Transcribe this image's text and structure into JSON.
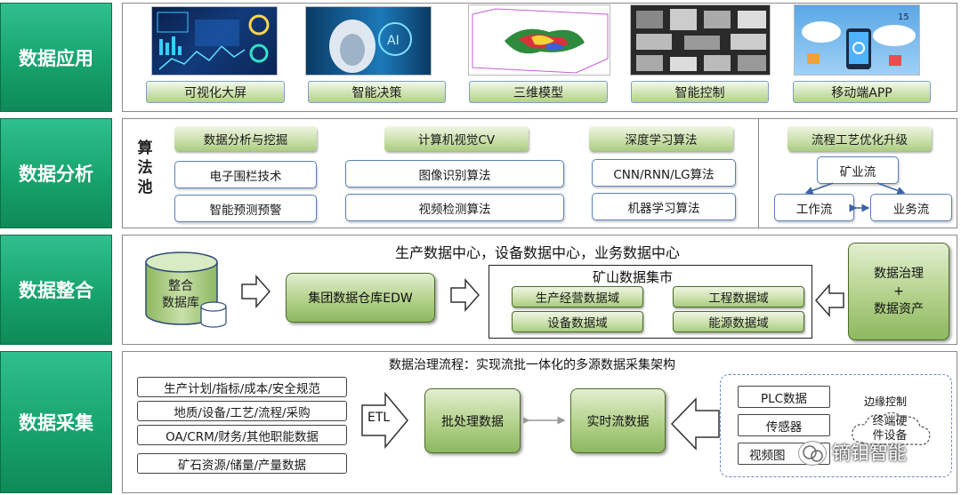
{
  "layers": {
    "application": "数据应用",
    "analysis": "数据分析",
    "integration": "数据整合",
    "collection": "数据采集"
  },
  "application": {
    "items": [
      {
        "label": "可视化大屏",
        "icon": "dashboard-thumbnail"
      },
      {
        "label": "智能决策",
        "icon": "ai-robot-thumbnail"
      },
      {
        "label": "三维模型",
        "icon": "3d-model-thumbnail"
      },
      {
        "label": "智能控制",
        "icon": "control-devices-thumbnail"
      },
      {
        "label": "移动端APP",
        "icon": "mobile-app-thumbnail"
      }
    ]
  },
  "analysis": {
    "pool_title": "算法池",
    "groups": [
      {
        "header": "数据分析与挖掘",
        "items": [
          "电子围栏技术",
          "智能预测预警"
        ]
      },
      {
        "header": "计算机视觉CV",
        "items": [
          "图像识别算法",
          "视频检测算法"
        ]
      },
      {
        "header": "深度学习算法",
        "items": [
          "CNN/RNN/LG算法",
          "机器学习算法"
        ]
      }
    ],
    "process": {
      "header": "流程工艺优化升级",
      "top": "矿业流",
      "left": "工作流",
      "right": "业务流"
    }
  },
  "integration": {
    "title": "生产数据中心，设备数据中心，业务数据中心",
    "database": "整合\n数据库",
    "edw": "集团数据仓库EDW",
    "mart_title": "矿山数据集市",
    "domains": [
      "生产经营数据域",
      "工程数据域",
      "设备数据域",
      "能源数据域"
    ],
    "governance": "数据治理\n+\n数据资产"
  },
  "collection": {
    "title": "数据治理流程：实现流批一体化的多源数据采集架构",
    "sources": [
      "生产计划/指标/成本/安全规范",
      "地质/设备/工艺/流程/采购",
      "OA/CRM/财务/其他职能数据",
      "矿石资源/储量/产量数据"
    ],
    "etl": "ETL",
    "batch": "批处理数据",
    "stream": "实时流数据",
    "edge_items": [
      "PLC数据",
      "传感器",
      "视频图"
    ],
    "edge_title": "边缘控制",
    "edge_cloud": "终端硬\n件设备"
  },
  "watermark": "镝钼智能",
  "colors": {
    "layer_green": "#17a36d",
    "domain_green": "#b3d18a",
    "box_border": "#5b7fb8"
  }
}
